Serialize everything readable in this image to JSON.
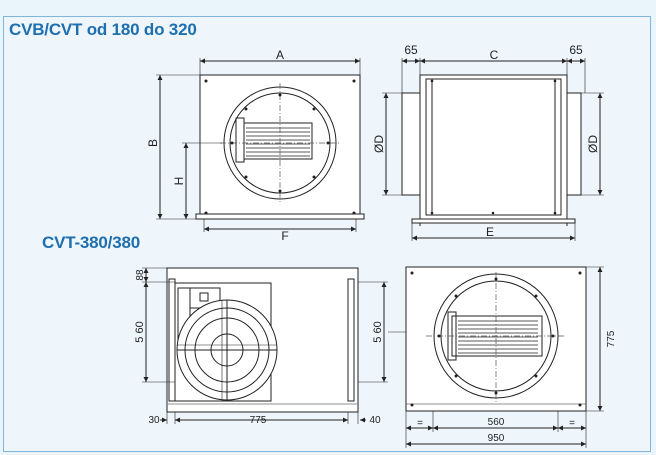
{
  "headings": {
    "top": "CVB/CVT od 180 do 320",
    "bottom": "CVT-380/380"
  },
  "dimensions_top": {
    "A": "A",
    "B": "B",
    "H": "H",
    "F": "F",
    "D_left": "ØD",
    "D_right": "ØD",
    "C": "C",
    "E": "E",
    "side_offset_left": "65",
    "side_offset_right": "65"
  },
  "dimensions_bottom": {
    "top_gap": "88",
    "left_height": "5 60",
    "mid_height": "5 60",
    "left_margin": "30",
    "width_775": "775",
    "right_margin": "40",
    "eq_left": "=",
    "inner_width": "560",
    "eq_right": "=",
    "total_width": "950",
    "height_775": "775"
  },
  "colors": {
    "heading": "#1e6fb0",
    "frame": "#7fb6da",
    "background": "#eef6fc",
    "drawing": "#222222",
    "center_line": "#555555"
  }
}
